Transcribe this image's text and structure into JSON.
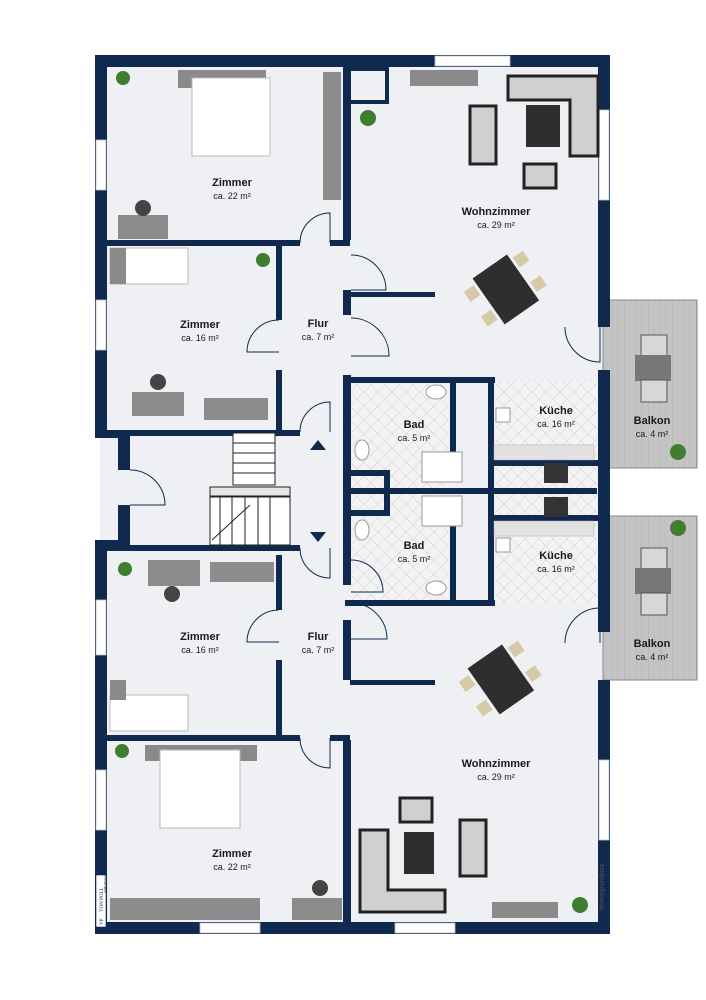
{
  "colors": {
    "wall": "#0f2a4e",
    "floor": "#eef0f4",
    "tile": "#f2f2f2",
    "balcony": "#bfbfbf",
    "furniture": "#7c7c7c",
    "plant": "#3f7d2f"
  },
  "rooms": {
    "zimmer_top_large": {
      "name": "Zimmer",
      "area": "ca. 22 m²"
    },
    "zimmer_top_small": {
      "name": "Zimmer",
      "area": "ca. 16 m²"
    },
    "flur_top": {
      "name": "Flur",
      "area": "ca. 7 m²"
    },
    "wohnzimmer_top": {
      "name": "Wohnzimmer",
      "area": "ca. 29 m²"
    },
    "bad_top": {
      "name": "Bad",
      "area": "ca. 5 m²"
    },
    "kueche_top": {
      "name": "Küche",
      "area": "ca. 16 m²"
    },
    "balkon_top": {
      "name": "Balkon",
      "area": "ca. 4 m²"
    },
    "bad_bottom": {
      "name": "Bad",
      "area": "ca. 5 m²"
    },
    "kueche_bottom": {
      "name": "Küche",
      "area": "ca. 16 m²"
    },
    "balkon_bottom": {
      "name": "Balkon",
      "area": "ca. 4 m²"
    },
    "zimmer_bottom_small": {
      "name": "Zimmer",
      "area": "ca. 16 m²"
    },
    "flur_bottom": {
      "name": "Flur",
      "area": "ca. 7 m²"
    },
    "wohnzimmer_bottom": {
      "name": "Wohnzimmer",
      "area": "ca. 29 m²"
    },
    "zimmer_bottom_large": {
      "name": "Zimmer",
      "area": "ca. 22 m²"
    }
  },
  "branding": {
    "logo": "VP",
    "company": "VON POLL",
    "tagline": "IMMOBILIEN"
  },
  "credit": "Immogrundriss"
}
